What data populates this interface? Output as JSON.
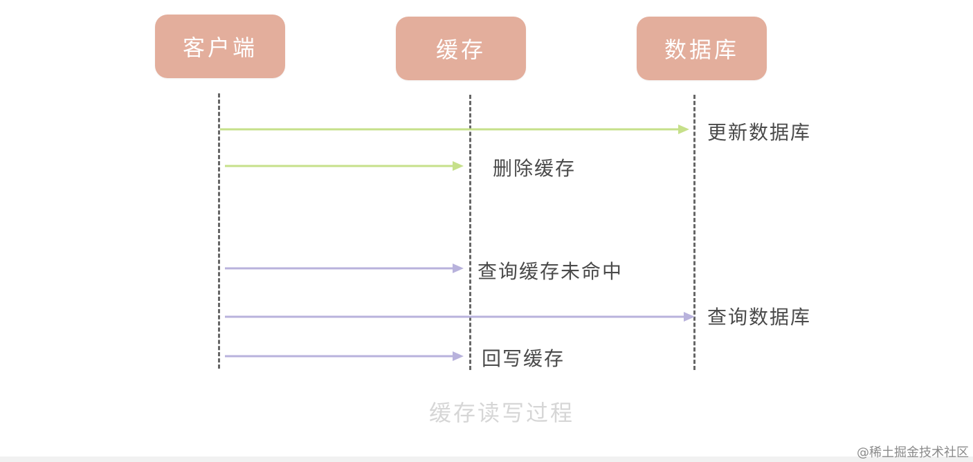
{
  "participants": {
    "client": "客户端",
    "cache": "缓存",
    "database": "数据库"
  },
  "messages": [
    {
      "label": "更新数据库",
      "from": "client",
      "to": "database",
      "color": "#c6e08a"
    },
    {
      "label": "删除缓存",
      "from": "client",
      "to": "cache",
      "color": "#c6e08a"
    },
    {
      "label": "查询缓存未命中",
      "from": "client",
      "to": "cache",
      "color": "#b8b2dc"
    },
    {
      "label": "查询数据库",
      "from": "client",
      "to": "database",
      "color": "#b8b2dc"
    },
    {
      "label": "回写缓存",
      "from": "client",
      "to": "cache",
      "color": "#b8b2dc"
    }
  ],
  "caption": "缓存读写过程",
  "watermark": "@稀土掘金技术社区",
  "colors": {
    "box_fill": "#e3ae9c",
    "update_arrow": "#c6e08a",
    "read_arrow": "#b8b2dc",
    "lifeline": "#666666"
  }
}
